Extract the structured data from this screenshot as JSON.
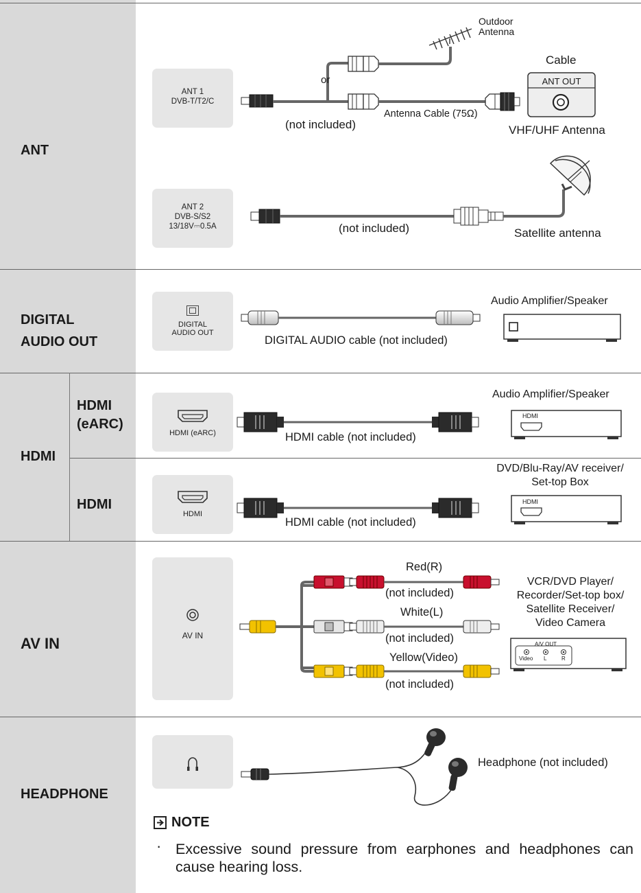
{
  "sections": {
    "ant": {
      "label": "ANT",
      "ant1_port": "ANT 1\nDVB-T/T2/C",
      "ant2_port": "ANT 2\nDVB-S/S2\n13/18V⎓0.5A",
      "outdoor_antenna": "Outdoor\nAntenna",
      "or": "or",
      "cable_title": "Cable",
      "ant_out": "ANT OUT",
      "not_included_1": "(not included)",
      "antenna_cable": "Antenna Cable (75Ω)",
      "vhf_uhf": "VHF/UHF Antenna",
      "not_included_2": "(not included)",
      "satellite_antenna": "Satellite antenna"
    },
    "digital": {
      "label": "DIGITAL\nAUDIO OUT",
      "port": "DIGITAL\nAUDIO OUT",
      "device": "Audio Amplifier/Speaker",
      "cable": "DIGITAL AUDIO cable (not included)"
    },
    "hdmi": {
      "label": "HDMI",
      "earc_label": "HDMI\n(eARC)",
      "earc_port": "HDMI (eARC)",
      "earc_device": "Audio Amplifier/Speaker",
      "earc_box_label": "HDMI",
      "earc_cable": "HDMI cable (not included)",
      "hdmi_label": "HDMI",
      "hdmi_port": "HDMI",
      "hdmi_device": "DVD/Blu-Ray/AV receiver/\nSet-top Box",
      "hdmi_box_label": "HDMI",
      "hdmi_cable": "HDMI cable (not included)"
    },
    "av": {
      "label": "AV IN",
      "port": "AV IN",
      "red": "Red(R)",
      "red_ni": "(not included)",
      "white": "White(L)",
      "white_ni": "(not included)",
      "yellow": "Yellow(Video)",
      "yellow_ni": "(not included)",
      "device": "VCR/DVD Player/\nRecorder/Set-top box/\nSatellite Receiver/\nVideo Camera",
      "box_title": "A/V OUT",
      "box_video": "Video",
      "box_l": "L",
      "box_r": "R"
    },
    "headphone": {
      "label": "HEADPHONE",
      "device": "Headphone (not included)",
      "note_title": "NOTE",
      "note_bullet": "·",
      "note_text": "Excessive sound pressure from earphones and headphones can cause hearing loss."
    }
  },
  "colors": {
    "label_bg": "#d9d9d9",
    "port_bg": "#e6e6e6",
    "cable": "#666666",
    "red": "#c8102e",
    "yellow": "#f2c200",
    "white": "#eeeeee"
  }
}
